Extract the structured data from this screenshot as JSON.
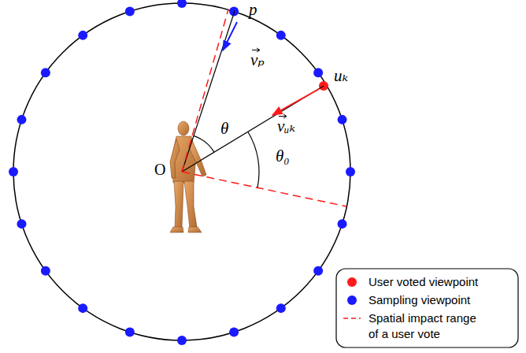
{
  "diagram": {
    "labels": [
      "p",
      "uₖ",
      "vₚ",
      "vᵤₖ",
      "θ",
      "θ₀",
      "O"
    ],
    "legend": [
      {
        "text": "User voted viewpoint",
        "color": "#ff1a1a"
      },
      {
        "text": "Sampling viewpoint",
        "color": "#1a1aff"
      },
      {
        "text": "Spatial impact range of a user vote"
      }
    ]
  }
}
